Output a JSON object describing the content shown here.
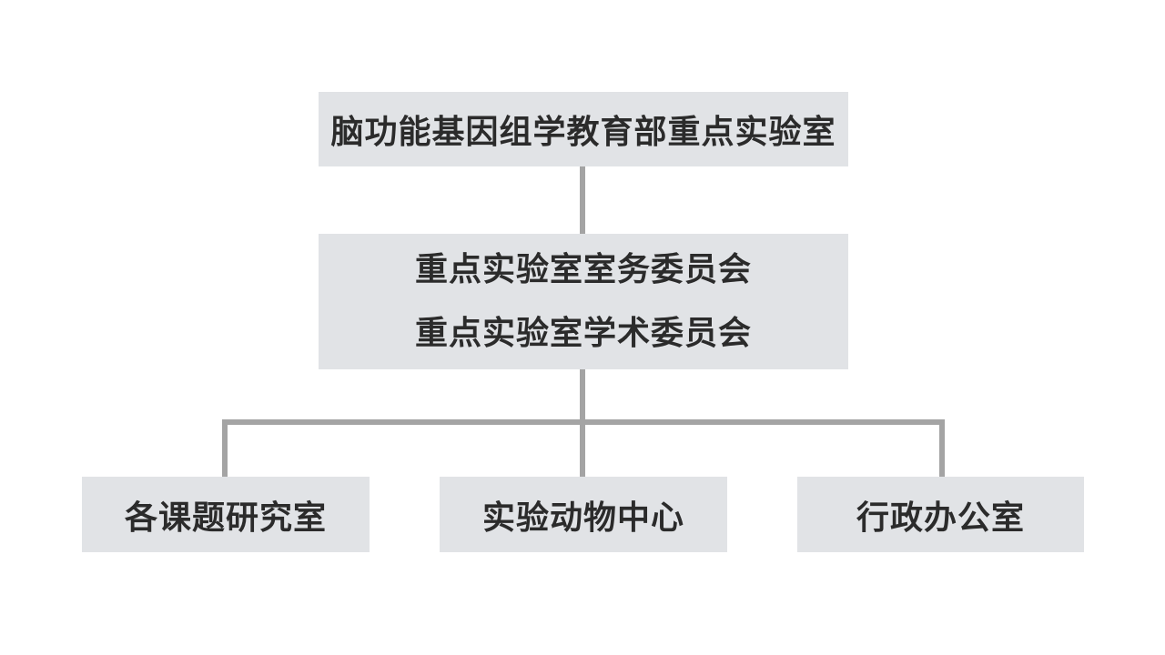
{
  "org_chart": {
    "top": {
      "label": "脑功能基因组学教育部重点实验室"
    },
    "middle": {
      "lines": [
        "重点实验室室务委员会",
        "重点实验室学术委员会"
      ]
    },
    "children": [
      {
        "label": "各课题研究室"
      },
      {
        "label": "实验动物中心"
      },
      {
        "label": "行政办公室"
      }
    ]
  },
  "colors": {
    "box_fill": "#e1e3e6",
    "connector": "#a4a4a4",
    "text": "#2b2b2b"
  }
}
